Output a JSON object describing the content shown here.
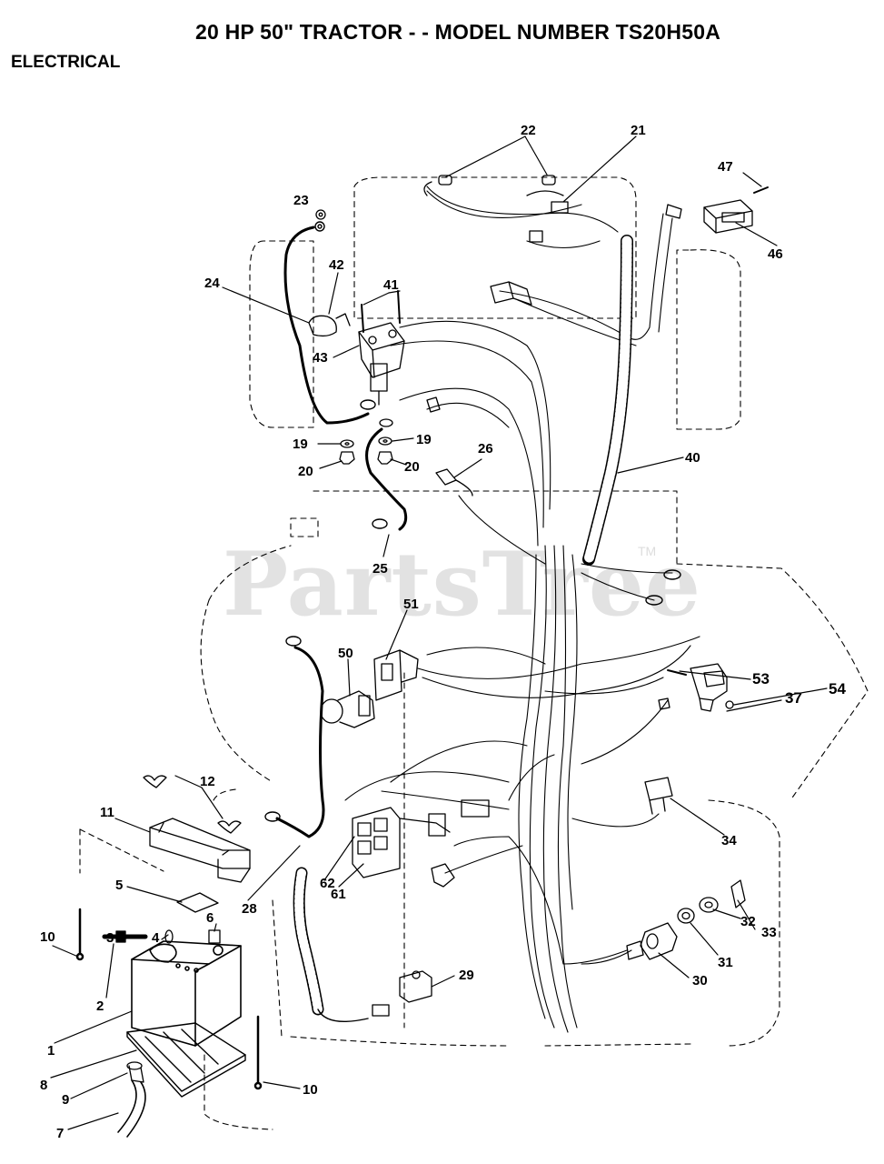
{
  "header": {
    "title": "20 HP 50\" TRACTOR - - MODEL NUMBER TS20H50A",
    "section": "ELECTRICAL"
  },
  "watermark": {
    "text": "PartsTree",
    "tm": "TM"
  },
  "callouts": [
    {
      "id": "c22",
      "label": "22"
    },
    {
      "id": "c21",
      "label": "21"
    },
    {
      "id": "c47",
      "label": "47"
    },
    {
      "id": "c46",
      "label": "46"
    },
    {
      "id": "c23",
      "label": "23"
    },
    {
      "id": "c42",
      "label": "42"
    },
    {
      "id": "c41",
      "label": "41"
    },
    {
      "id": "c24",
      "label": "24"
    },
    {
      "id": "c43",
      "label": "43"
    },
    {
      "id": "c19a",
      "label": "19"
    },
    {
      "id": "c19b",
      "label": "19"
    },
    {
      "id": "c20a",
      "label": "20"
    },
    {
      "id": "c20b",
      "label": "20"
    },
    {
      "id": "c26",
      "label": "26"
    },
    {
      "id": "c40",
      "label": "40"
    },
    {
      "id": "c25",
      "label": "25"
    },
    {
      "id": "c51",
      "label": "51"
    },
    {
      "id": "c50",
      "label": "50"
    },
    {
      "id": "c53",
      "label": "53"
    },
    {
      "id": "c37",
      "label": "37"
    },
    {
      "id": "c54",
      "label": "54"
    },
    {
      "id": "c12",
      "label": "12"
    },
    {
      "id": "c11",
      "label": "11"
    },
    {
      "id": "c34",
      "label": "34"
    },
    {
      "id": "c5",
      "label": "5"
    },
    {
      "id": "c3",
      "label": "3"
    },
    {
      "id": "c4",
      "label": "4"
    },
    {
      "id": "c6",
      "label": "6"
    },
    {
      "id": "c10a",
      "label": "10"
    },
    {
      "id": "c28",
      "label": "28"
    },
    {
      "id": "c62",
      "label": "62"
    },
    {
      "id": "c61",
      "label": "61"
    },
    {
      "id": "c33",
      "label": "33"
    },
    {
      "id": "c32",
      "label": "32"
    },
    {
      "id": "c31",
      "label": "31"
    },
    {
      "id": "c30",
      "label": "30"
    },
    {
      "id": "c29",
      "label": "29"
    },
    {
      "id": "c2",
      "label": "2"
    },
    {
      "id": "c1",
      "label": "1"
    },
    {
      "id": "c8",
      "label": "8"
    },
    {
      "id": "c9",
      "label": "9"
    },
    {
      "id": "c10b",
      "label": "10"
    },
    {
      "id": "c7",
      "label": "7"
    }
  ]
}
